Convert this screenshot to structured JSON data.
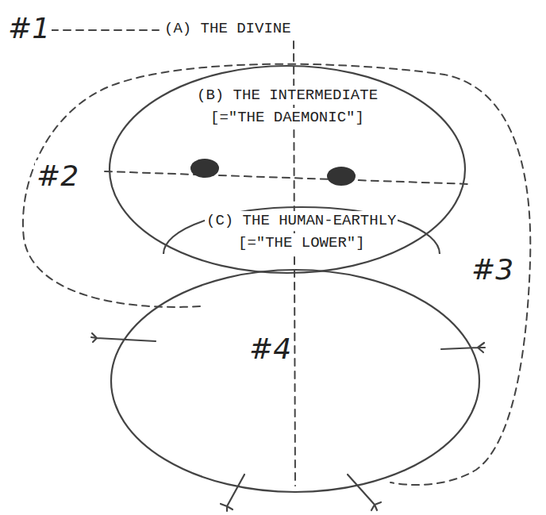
{
  "diagram": {
    "nodes": [
      {
        "text": [
          "(B) THE INTERMEDIATE",
          "[=\"THE DAEMONIC\"]"
        ]
      },
      {
        "text": [
          "(C) THE HUMAN-EARTHLY",
          "[=\"THE LOWER\"]"
        ],
        "in": 0
      }
    ],
    "labels": [
      "(A) THE DIVINE",
      "#1",
      "#2",
      "#3",
      "#4"
    ]
  }
}
